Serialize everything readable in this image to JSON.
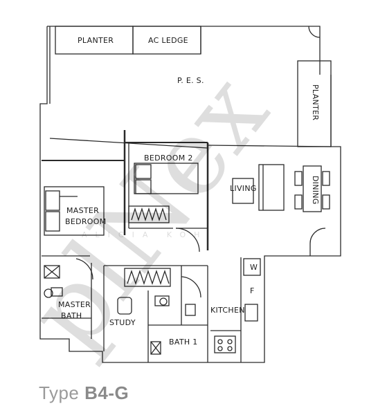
{
  "rooms": {
    "planter_top": "PLANTER",
    "ac_ledge": "AC LEDGE",
    "pes": "P. E. S.",
    "planter_right": "PLANTER",
    "bedroom2": "BEDROOM 2",
    "living": "LIVING",
    "dining": "DINING",
    "master_bedroom_line1": "MASTER",
    "master_bedroom_line2": "BEDROOM",
    "master_bath_line1": "MASTER",
    "master_bath_line2": "BATH",
    "study": "STUDY",
    "kitchen": "KITCHEN",
    "bath1": "BATH 1",
    "washer": "W",
    "fridge": "F"
  },
  "watermark": {
    "main": "plNex",
    "secondary": "ALICIA KOH"
  },
  "type_label": {
    "prefix": "Type",
    "code": "B4-G"
  }
}
